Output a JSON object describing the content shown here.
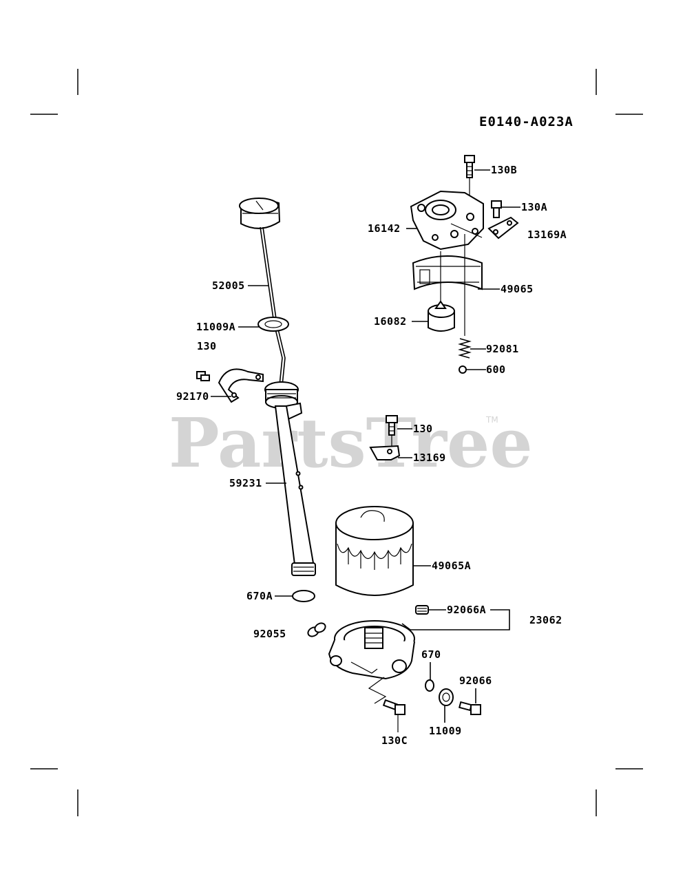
{
  "diagram_code": "E0140-A023A",
  "watermark": {
    "text": "PartsTree",
    "trademark": "TM"
  },
  "callouts": {
    "p130B": "130B",
    "p130A": "130A",
    "p16142": "16142",
    "p13169A": "13169A",
    "p52005": "52005",
    "p49065": "49065",
    "p11009A": "11009A",
    "p16082": "16082",
    "p130_upper": "130",
    "p92081": "92081",
    "p600": "600",
    "p92170": "92170",
    "p130": "130",
    "p13169": "13169",
    "p59231": "59231",
    "p49065A": "49065A",
    "p670A": "670A",
    "p92066A": "92066A",
    "p23062": "23062",
    "p92055": "92055",
    "p670": "670",
    "p92066": "92066",
    "p11009": "11009",
    "p130C": "130C"
  }
}
